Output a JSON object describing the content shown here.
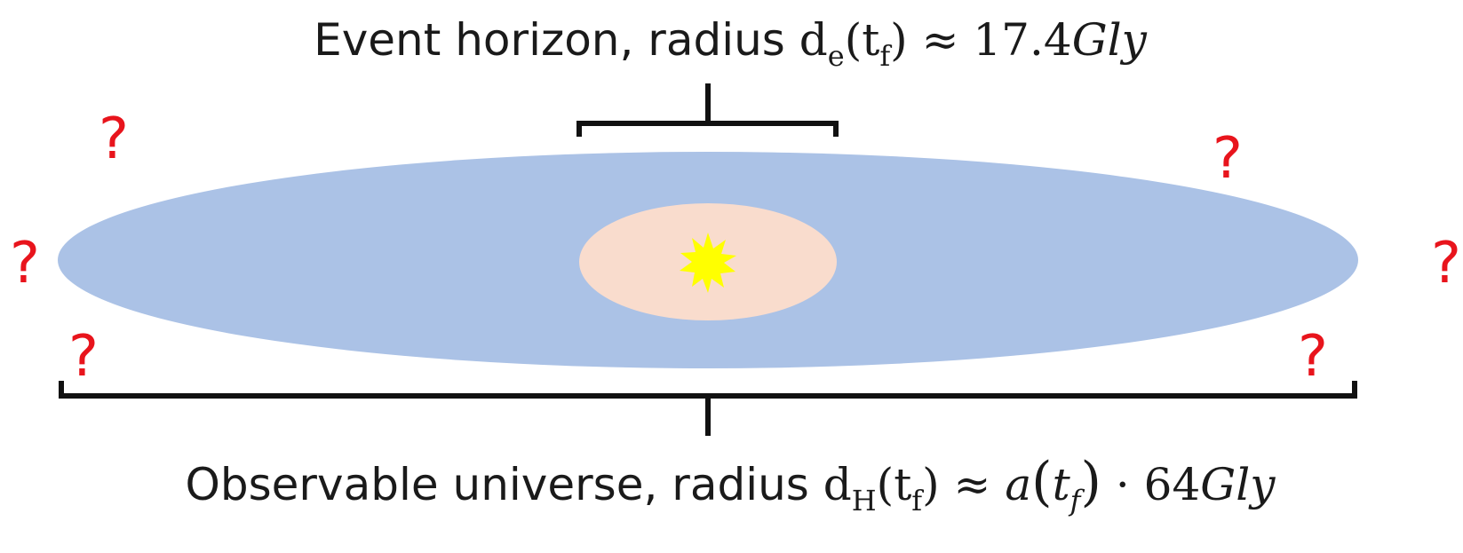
{
  "top_label": {
    "prefix": "Event horizon, radius ",
    "var": "d",
    "var_sub": "e",
    "arg": "t",
    "arg_sub": "f",
    "approx": "≈",
    "value": "17.4",
    "unit": "Gly"
  },
  "bottom_label": {
    "prefix": "Observable universe, radius ",
    "var": "d",
    "var_sub": "H",
    "arg": "t",
    "arg_sub": "f",
    "approx": "≈",
    "scale_factor": "a",
    "scale_arg": "t",
    "scale_arg_sub": "f",
    "dot": "·",
    "value": "64",
    "unit": "Gly"
  },
  "question_mark": "?",
  "colors": {
    "observable_universe": "#abc2e6",
    "event_horizon": "#f9dccd",
    "star": "#ffff00",
    "question_marks": "#e8141c",
    "brackets": "#111111"
  }
}
